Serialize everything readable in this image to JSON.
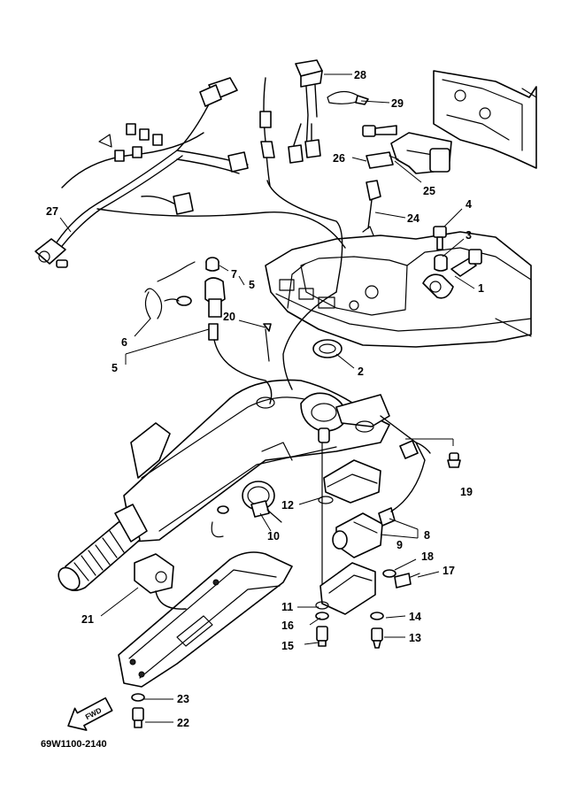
{
  "diagram_code": "69W1100-2140",
  "direction_arrow_text": "FWD",
  "callouts": {
    "p1": "1",
    "p2": "2",
    "p3": "3",
    "p4": "4",
    "p5a": "5",
    "p5b": "5",
    "p6": "6",
    "p7": "7",
    "p8": "8",
    "p9": "9",
    "p10": "10",
    "p11": "11",
    "p12": "12",
    "p13": "13",
    "p14": "14",
    "p15": "15",
    "p16": "16",
    "p17": "17",
    "p18": "18",
    "p19": "19",
    "p20": "20",
    "p21": "21",
    "p22": "22",
    "p23": "23",
    "p24": "24",
    "p25": "25",
    "p26": "26",
    "p27": "27",
    "p28": "28",
    "p29": "29"
  }
}
